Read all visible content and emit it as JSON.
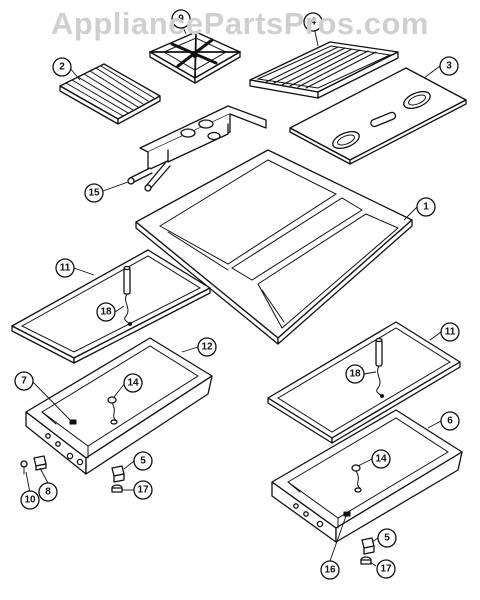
{
  "watermark": "AppliancePartsPros.com",
  "callouts": {
    "c1": "1",
    "c2": "2",
    "c3": "3",
    "c4": "4",
    "c5a": "5",
    "c5b": "5",
    "c6": "6",
    "c7": "7",
    "c8": "8",
    "c9": "9",
    "c10": "10",
    "c11a": "11",
    "c11b": "11",
    "c12": "12",
    "c14a": "14",
    "c14b": "14",
    "c15": "15",
    "c16": "16",
    "c17a": "17",
    "c17b": "17",
    "c18a": "18",
    "c18b": "18"
  },
  "colors": {
    "line": "#111111",
    "watermark": "#cfcfcf",
    "background": "#ffffff"
  }
}
